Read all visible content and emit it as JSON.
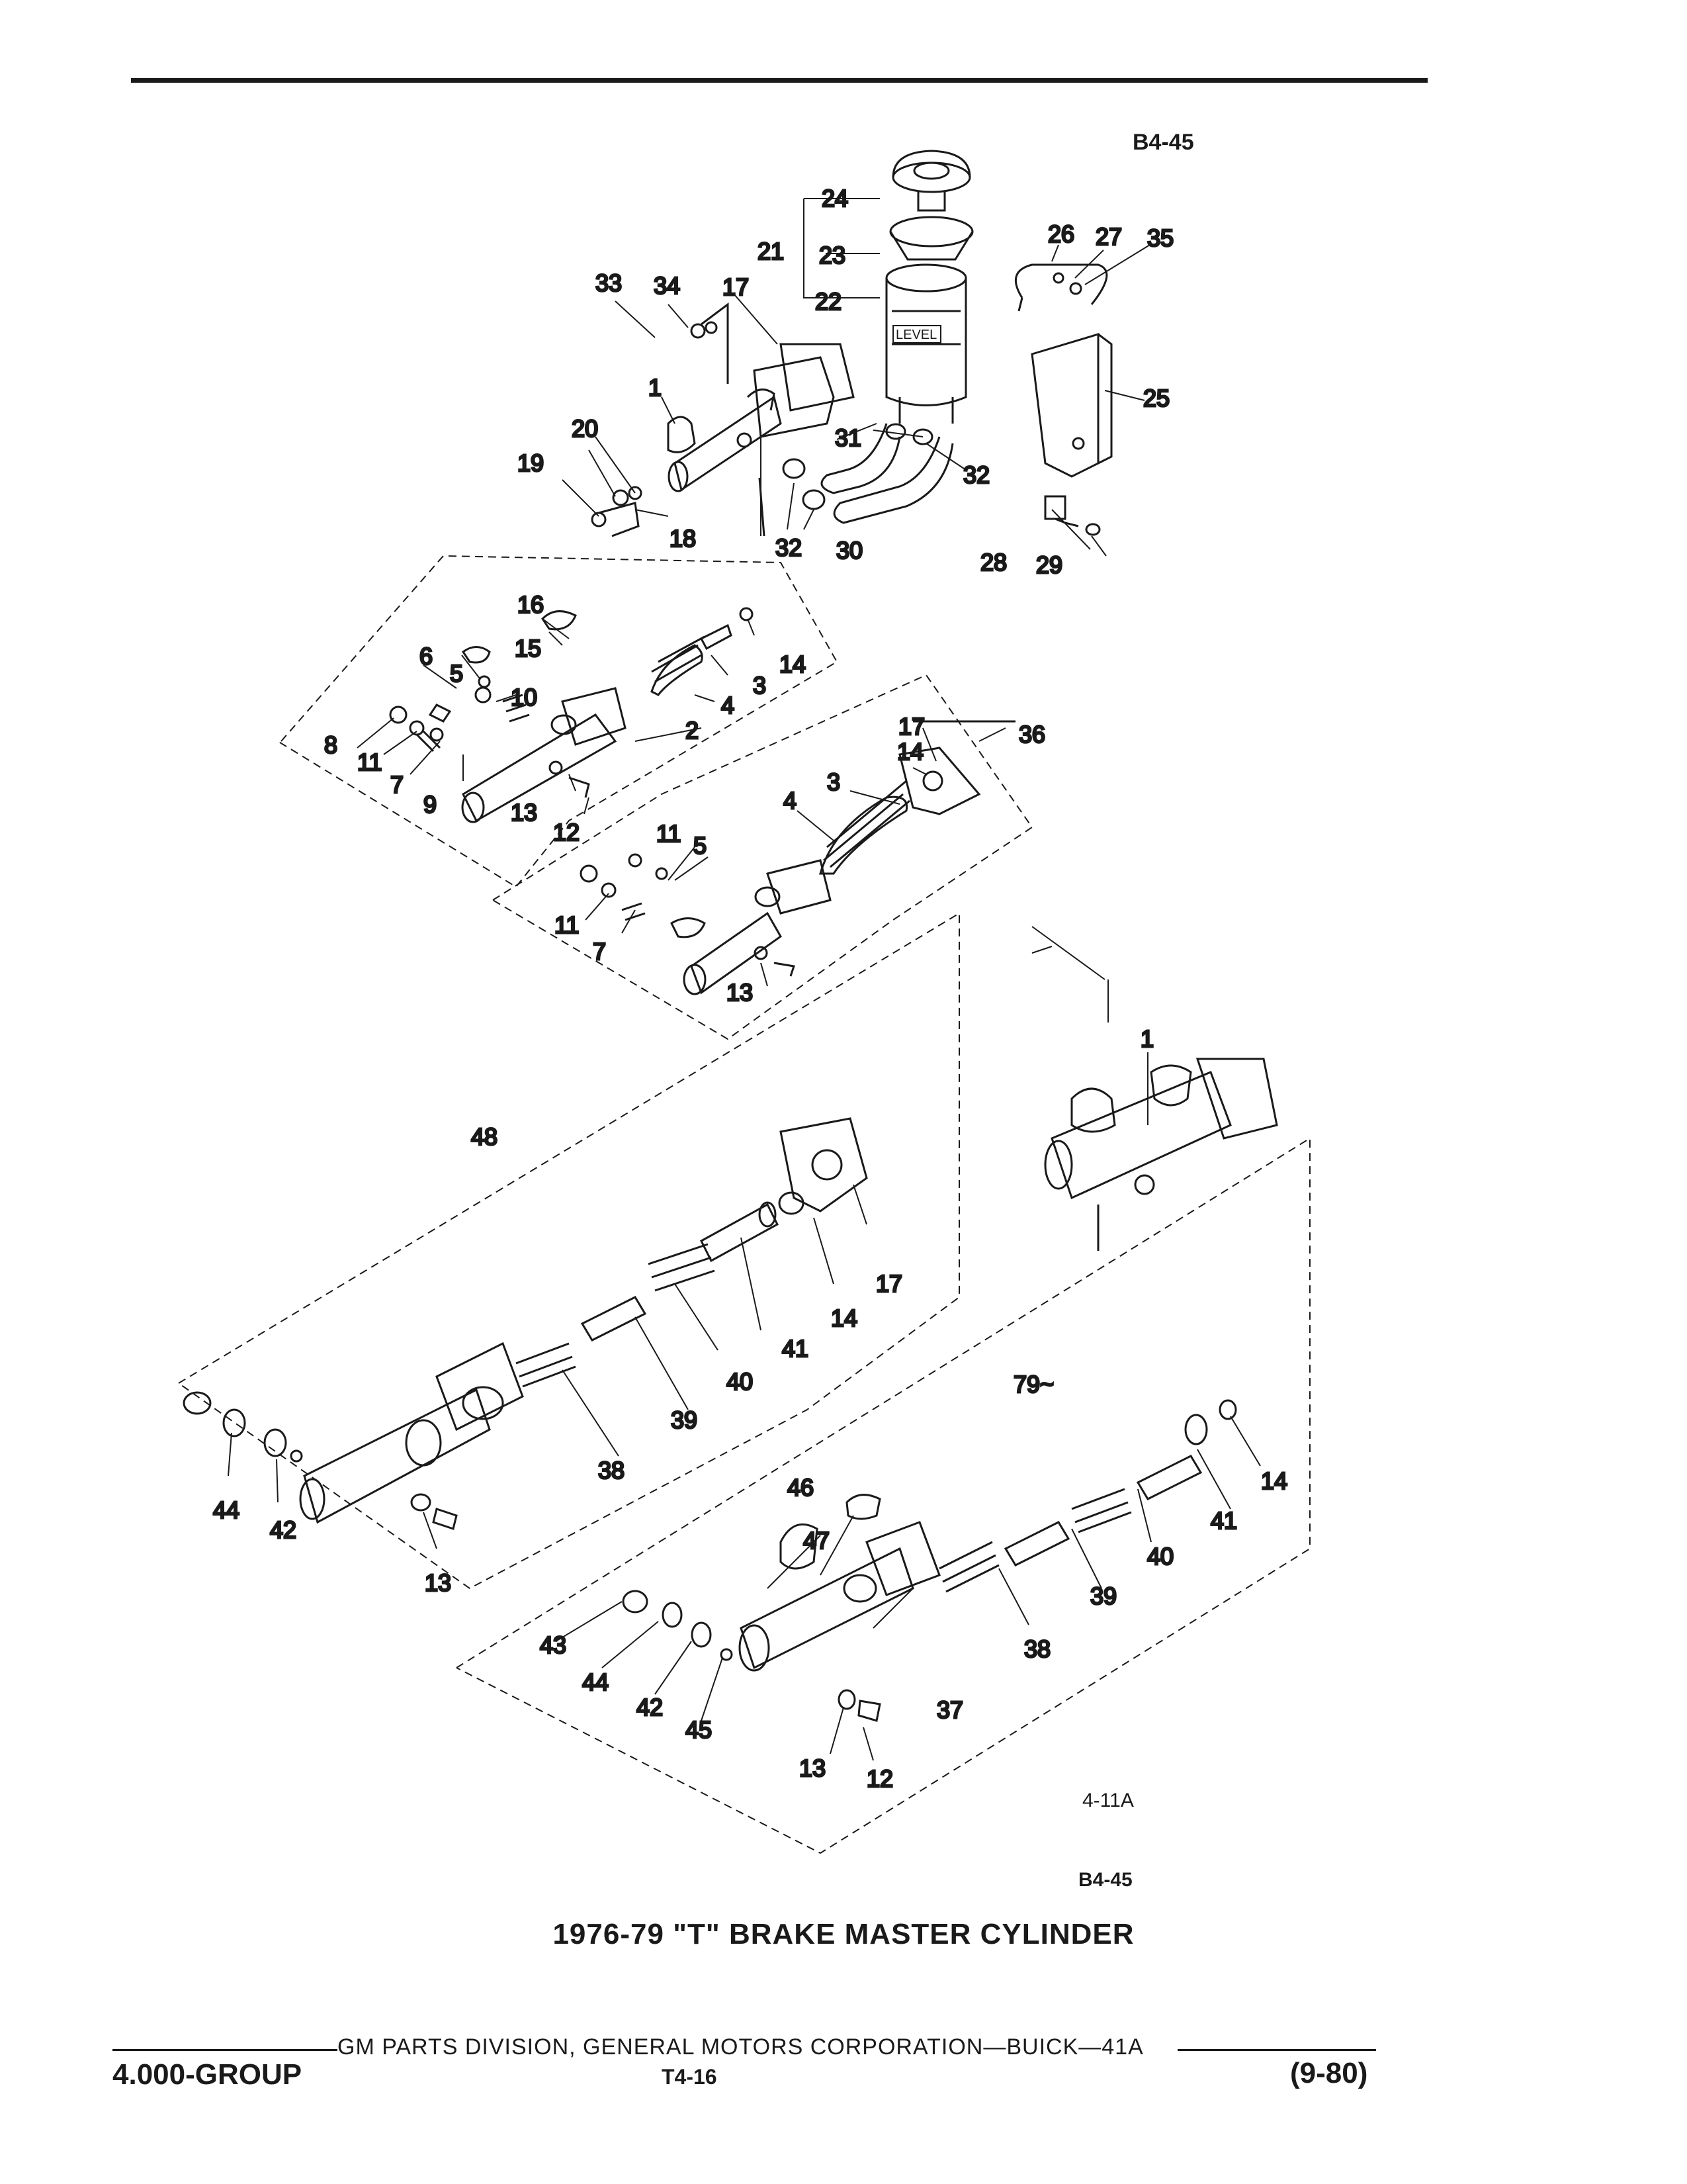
{
  "header": {
    "diagram_code": "B4-45"
  },
  "callouts": {
    "n1": "1",
    "n2": "2",
    "n3": "3",
    "n4": "4",
    "n5": "5",
    "n6": "6",
    "n7": "7",
    "n8": "8",
    "n9": "9",
    "n10": "10",
    "n11": "11",
    "n12": "12",
    "n13": "13",
    "n14": "14",
    "n15": "15",
    "n16": "16",
    "n17": "17",
    "n18": "18",
    "n19": "19",
    "n20": "20",
    "n21": "21",
    "n22": "22",
    "n23": "23",
    "n24": "24",
    "n25": "25",
    "n26": "26",
    "n27": "27",
    "n28": "28",
    "n29": "29",
    "n30": "30",
    "n31": "31",
    "n32": "32",
    "n33": "33",
    "n34": "34",
    "n35": "35",
    "n36": "36",
    "n37": "37",
    "n38": "38",
    "n39": "39",
    "n40": "40",
    "n41": "41",
    "n42": "42",
    "n43": "43",
    "n44": "44",
    "n45": "45",
    "n46": "46",
    "n47": "47",
    "n48": "48",
    "level": "LEVEL",
    "year_note": "79~"
  },
  "figure": {
    "fig_id": "4-11A",
    "code_bottom": "B4-45"
  },
  "title": "1976-79 \"T\" BRAKE MASTER CYLINDER",
  "footer": {
    "publisher": "GM PARTS DIVISION, GENERAL MOTORS CORPORATION—BUICK—41A",
    "group": "4.000-GROUP",
    "page": "T4-16",
    "date": "(9-80)"
  }
}
